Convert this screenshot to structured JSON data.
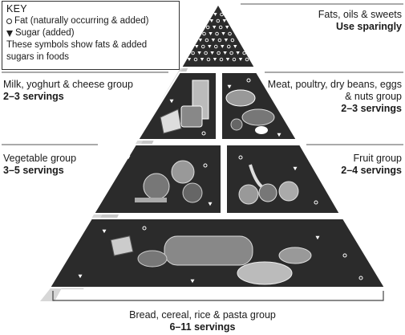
{
  "key": {
    "title": "KEY",
    "fat_label": "Fat (naturally occurring & added)",
    "sugar_label": "Sugar (added)",
    "note": "These symbols show fats & added sugars in foods"
  },
  "groups": {
    "fats": {
      "name": "Fats, oils & sweets",
      "servings": "Use sparingly"
    },
    "milk": {
      "name": "Milk, yoghurt & cheese group",
      "servings": "2–3 servings"
    },
    "meat": {
      "name": "Meat, poultry, dry beans, eggs & nuts group",
      "servings": "2–3 servings"
    },
    "vegetable": {
      "name": "Vegetable group",
      "servings": "3–5 servings"
    },
    "fruit": {
      "name": "Fruit group",
      "servings": "2–4 servings"
    },
    "bread": {
      "name": "Bread, cereal, rice & pasta group",
      "servings": "6–11 servings"
    }
  },
  "icons": {
    "fat_symbol": "fat-circle-icon",
    "sugar_symbol": "sugar-triangle-icon"
  },
  "colors": {
    "pyramid_face": "#2b2b2b",
    "pyramid_side": "#c8c8c8",
    "pyramid_side_light": "#e4e4e4",
    "outline": "#ffffff"
  }
}
